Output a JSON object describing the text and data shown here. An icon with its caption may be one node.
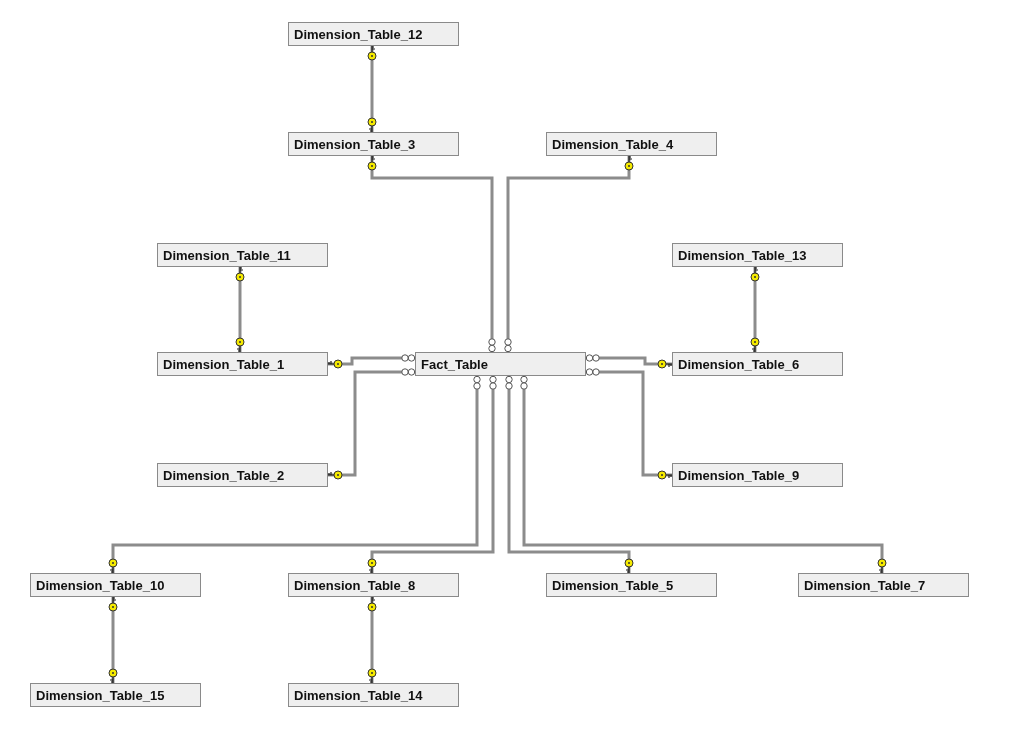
{
  "diagram": {
    "nodes": [
      {
        "text": [
          "Dimension_Table_12"
        ]
      },
      {
        "text": [
          "Dimension_Table_3"
        ]
      },
      {
        "text": [
          "Dimension_Table_4"
        ]
      },
      {
        "text": [
          "Dimension_Table_11"
        ]
      },
      {
        "text": [
          "Dimension_Table_13"
        ]
      },
      {
        "text": [
          "Dimension_Table_1"
        ]
      },
      {
        "text": [
          "Fact_Table"
        ]
      },
      {
        "text": [
          "Dimension_Table_6"
        ]
      },
      {
        "text": [
          "Dimension_Table_2"
        ]
      },
      {
        "text": [
          "Dimension_Table_9"
        ]
      },
      {
        "text": [
          "Dimension_Table_10"
        ]
      },
      {
        "text": [
          "Dimension_Table_8"
        ]
      },
      {
        "text": [
          "Dimension_Table_5"
        ]
      },
      {
        "text": [
          "Dimension_Table_7"
        ]
      },
      {
        "text": [
          "Dimension_Table_15"
        ]
      },
      {
        "text": [
          "Dimension_Table_14"
        ]
      }
    ],
    "edges": [
      {
        "from": 0,
        "to": 1,
        "arrow": "other"
      },
      {
        "from": 1,
        "to": 6,
        "arrow": "other"
      },
      {
        "from": 2,
        "to": 6,
        "arrow": "other"
      },
      {
        "from": 3,
        "to": 5,
        "arrow": "other"
      },
      {
        "from": 4,
        "to": 7,
        "arrow": "other"
      },
      {
        "from": 5,
        "to": 6,
        "arrow": "other"
      },
      {
        "from": 8,
        "to": 6,
        "arrow": "other"
      },
      {
        "from": 7,
        "to": 6,
        "arrow": "other"
      },
      {
        "from": 9,
        "to": 6,
        "arrow": "other"
      },
      {
        "from": 10,
        "to": 6,
        "arrow": "other"
      },
      {
        "from": 11,
        "to": 6,
        "arrow": "other"
      },
      {
        "from": 12,
        "to": 6,
        "arrow": "other"
      },
      {
        "from": 13,
        "to": 6,
        "arrow": "other"
      },
      {
        "from": 10,
        "to": 14,
        "arrow": "other"
      },
      {
        "from": 11,
        "to": 15,
        "arrow": "other"
      }
    ]
  }
}
